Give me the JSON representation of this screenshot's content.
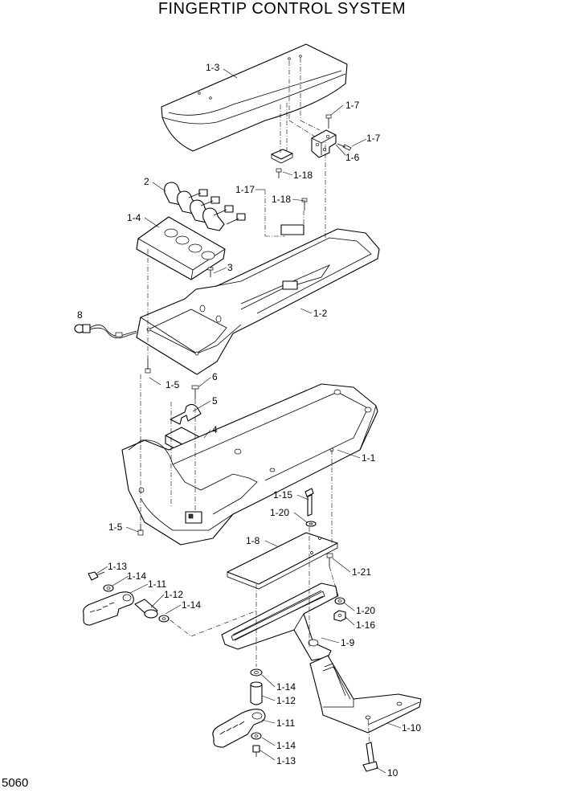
{
  "title": "FINGERTIP CONTROL SYSTEM",
  "page_number": "5060",
  "callouts": {
    "c_1_3": "1-3",
    "c_1_7a": "1-7",
    "c_1_7b": "1-7",
    "c_1_6": "1-6",
    "c_2": "2",
    "c_1_18a": "1-18",
    "c_1_17": "1-17",
    "c_1_18b": "1-18",
    "c_1_4": "1-4",
    "c_3": "3",
    "c_8": "8",
    "c_1_2": "1-2",
    "c_6": "6",
    "c_1_5a": "1-5",
    "c_5": "5",
    "c_4": "4",
    "c_1_1": "1-1",
    "c_1_15": "1-15",
    "c_1_20a": "1-20",
    "c_1_5b": "1-5",
    "c_1_8": "1-8",
    "c_1_21": "1-21",
    "c_1_13a": "1-13",
    "c_1_14a": "1-14",
    "c_1_11a": "1-11",
    "c_1_12a": "1-12",
    "c_1_14b": "1-14",
    "c_1_20b": "1-20",
    "c_1_16": "1-16",
    "c_1_9": "1-9",
    "c_1_14c": "1-14",
    "c_1_12b": "1-12",
    "c_1_11b": "1-11",
    "c_1_14d": "1-14",
    "c_1_13b": "1-13",
    "c_1_10": "1-10",
    "c_10": "10"
  }
}
